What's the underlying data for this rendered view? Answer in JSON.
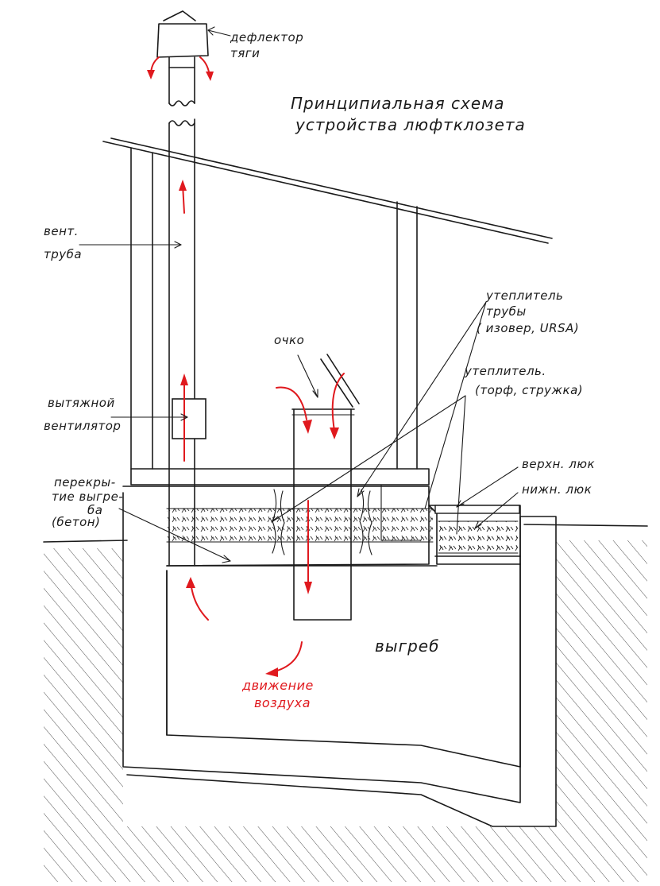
{
  "title": {
    "line1": "Принципиальная схема",
    "line2": "устройства люфтклозета"
  },
  "labels": {
    "deflector_line1": "дефлектор",
    "deflector_line2": "тяги",
    "vent_pipe_line1": "вент.",
    "vent_pipe_line2": "труба",
    "fan_line1": "вытяжной",
    "fan_line2": "вентилятор",
    "overlap_line1": "перекры-",
    "overlap_line2": "тие выгре-",
    "overlap_line3": "ба",
    "overlap_line4": "(бетон)",
    "pipe_insulation_line1": "утеплитель",
    "pipe_insulation_line2": "трубы",
    "pipe_insulation_line3": "( изовер, URSA)",
    "hole": "очко",
    "insulation_line1": "утеплитель.",
    "insulation_line2": "(торф, стружка)",
    "upper_hatch": "верхн. люк",
    "lower_hatch": "нижн. люк",
    "pit": "выгреб",
    "air_movement_line1": "движение",
    "air_movement_line2": "воздуха"
  },
  "colors": {
    "ink": "#1a1a1a",
    "airflow": "#e0191e",
    "background": "#ffffff"
  }
}
